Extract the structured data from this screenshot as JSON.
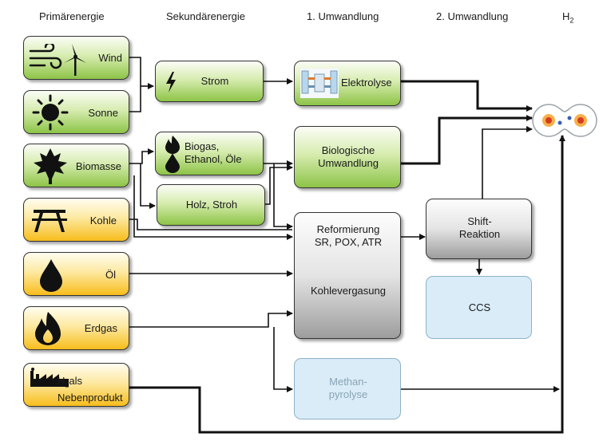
{
  "headers": {
    "primary": "Primärenergie",
    "secondary": "Sekundärenergie",
    "first_conversion": "1. Umwandlung",
    "second_conversion": "2. Umwandlung",
    "h2_main": "H",
    "h2_sub": "2"
  },
  "primary": {
    "wind": "Wind",
    "sonne": "Sonne",
    "biomasse": "Biomasse",
    "kohle": "Kohle",
    "oel": "Öl",
    "erdgas": "Erdgas",
    "h2_neben_h": "H",
    "h2_neben_sub": "2",
    "h2_neben_als": "als",
    "h2_neben_line2": "Nebenprodukt"
  },
  "secondary": {
    "strom": "Strom",
    "biogas_line1": "Biogas,",
    "biogas_line2": "Ethanol, Öle",
    "holz": "Holz, Stroh"
  },
  "conversion1": {
    "elektrolyse": "Elektrolyse",
    "bio_line1": "Biologische",
    "bio_line2": "Umwandlung",
    "reform_line1": "Reformierung",
    "reform_line2": "SR, POX, ATR",
    "kohlevergasung": "Kohlevergasung",
    "methan_line1": "Methan-",
    "methan_line2": "pyrolyse"
  },
  "conversion2": {
    "shift_line1": "Shift-",
    "shift_line2": "Reaktion",
    "ccs": "CCS"
  },
  "colors": {
    "green": "#8dc447",
    "yellow": "#f7bd1c",
    "gray": "#9d9d9d",
    "light_blue": "#d9ecf7",
    "methan_text": "#8aa4b4"
  }
}
